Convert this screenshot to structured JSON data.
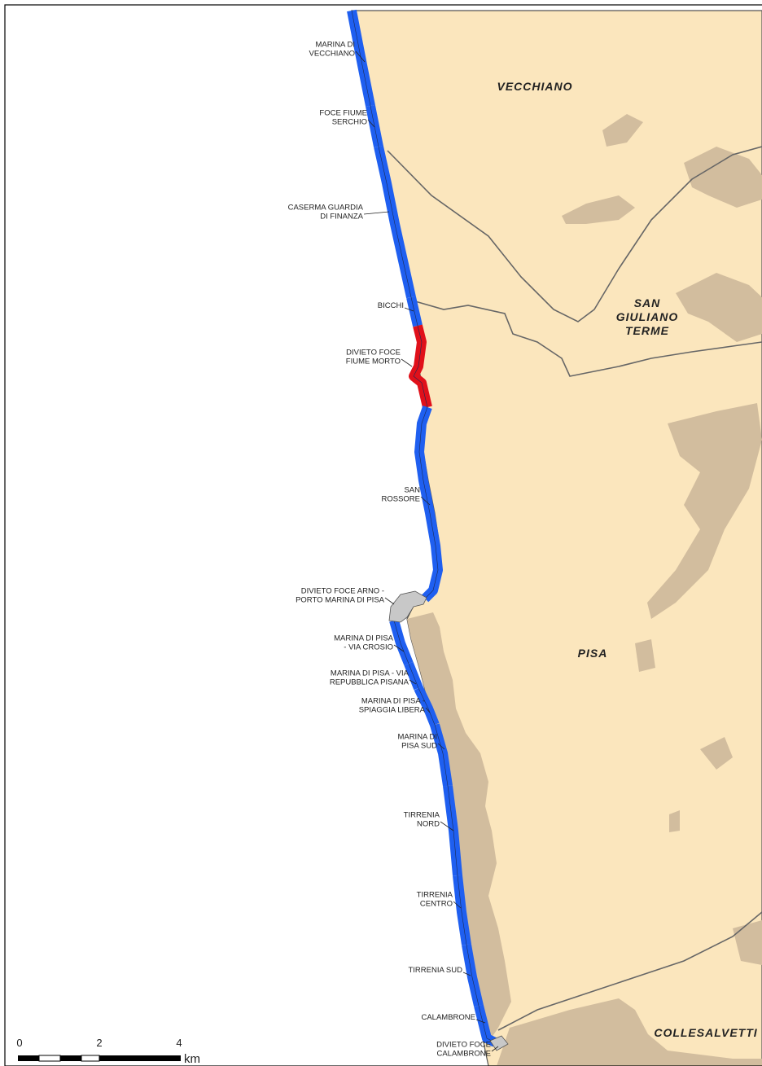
{
  "colors": {
    "sea": "#ffffff",
    "land": "#fbe6bd",
    "urban": "#d2bd9e",
    "boundary": "#666666",
    "bathing_allowed": "#1f5ff0",
    "bathing_prohibited": "#e0101a",
    "not_classified": "#c8c8c8"
  },
  "municipalities": [
    {
      "id": "vecchiano",
      "lines": [
        "VECCHIANO"
      ]
    },
    {
      "id": "san-giuliano",
      "lines": [
        "SAN",
        "GIULIANO",
        "TERME"
      ]
    },
    {
      "id": "pisa",
      "lines": [
        "PISA"
      ]
    },
    {
      "id": "collesalvetti",
      "lines": [
        "COLLESALVETTI"
      ]
    }
  ],
  "beaches": [
    {
      "id": "marina-vecchiano",
      "lines": [
        "MARINA DI",
        "VECCHIANO"
      ],
      "status": "allowed"
    },
    {
      "id": "foce-serchio",
      "lines": [
        "FOCE FIUME",
        "SERCHIO"
      ],
      "status": "allowed"
    },
    {
      "id": "caserma",
      "lines": [
        "CASERMA GUARDIA",
        "DI FINANZA"
      ],
      "status": "allowed"
    },
    {
      "id": "bicchi",
      "lines": [
        "BICCHI"
      ],
      "status": "allowed"
    },
    {
      "id": "fiume-morto",
      "lines": [
        "DIVIETO FOCE",
        "FIUME MORTO"
      ],
      "status": "prohibited"
    },
    {
      "id": "san-rossore",
      "lines": [
        "SAN",
        "ROSSORE"
      ],
      "status": "allowed"
    },
    {
      "id": "foce-arno",
      "lines": [
        "DIVIETO FOCE ARNO -",
        "PORTO MARINA DI PISA"
      ],
      "status": "not_classified"
    },
    {
      "id": "via-crosio",
      "lines": [
        "MARINA DI PISA",
        "- VIA CROSIO"
      ],
      "status": "allowed"
    },
    {
      "id": "repubblica",
      "lines": [
        "MARINA DI PISA - VIA",
        "REPUBBLICA PISANA"
      ],
      "status": "allowed"
    },
    {
      "id": "spiaggia-libera",
      "lines": [
        "MARINA DI PISA -",
        "SPIAGGIA LIBERA"
      ],
      "status": "allowed"
    },
    {
      "id": "pisa-sud",
      "lines": [
        "MARINA DI",
        "PISA SUD"
      ],
      "status": "allowed"
    },
    {
      "id": "tirrenia-nord",
      "lines": [
        "TIRRENIA",
        "NORD"
      ],
      "status": "allowed"
    },
    {
      "id": "tirrenia-centro",
      "lines": [
        "TIRRENIA",
        "CENTRO"
      ],
      "status": "allowed"
    },
    {
      "id": "tirrenia-sud",
      "lines": [
        "TIRRENIA SUD"
      ],
      "status": "allowed"
    },
    {
      "id": "calambrone",
      "lines": [
        "CALAMBRONE"
      ],
      "status": "allowed"
    },
    {
      "id": "foce-calambrone",
      "lines": [
        "DIVIETO FOCE",
        "CALAMBRONE"
      ],
      "status": "not_classified"
    }
  ],
  "scale_bar": {
    "ticks": [
      "0",
      "2",
      "4"
    ],
    "unit": "km",
    "max_km": 4
  }
}
